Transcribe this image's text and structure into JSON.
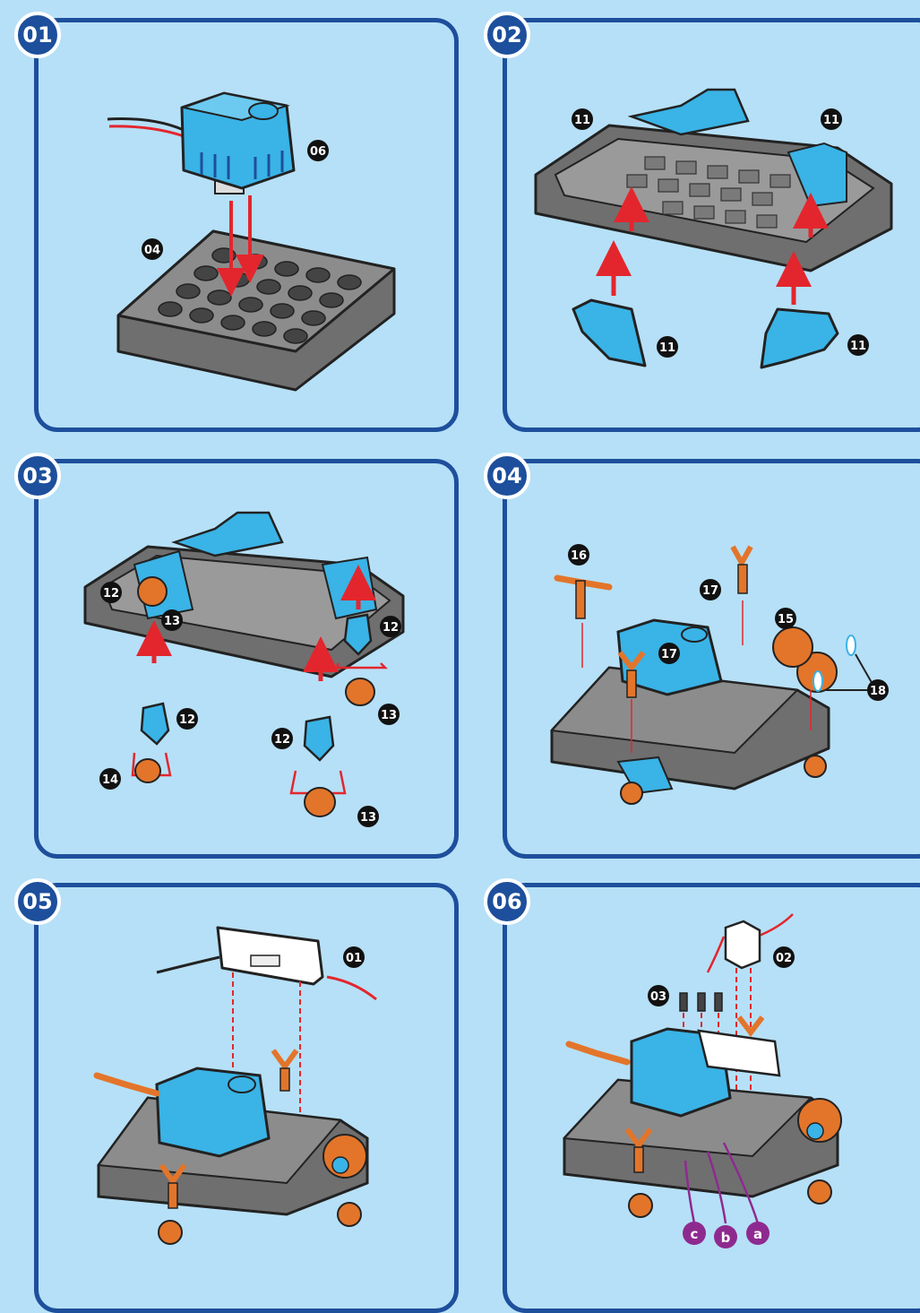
{
  "steps": [
    {
      "number": "01",
      "labels": [
        "06",
        "04"
      ]
    },
    {
      "number": "02",
      "labels": [
        "11",
        "11",
        "11",
        "11"
      ]
    },
    {
      "number": "03",
      "labels": [
        "12",
        "13",
        "12",
        "12",
        "13",
        "12",
        "14",
        "13"
      ]
    },
    {
      "number": "04",
      "labels": [
        "16",
        "17",
        "15",
        "17",
        "18"
      ]
    },
    {
      "number": "05",
      "labels": [
        "01"
      ]
    },
    {
      "number": "06",
      "labels": [
        "02",
        "03",
        "c",
        "b",
        "a"
      ]
    }
  ],
  "colors": {
    "background": "#b6e0f7",
    "frame": "#1d4f9c",
    "part_blue": "#3ab3e6",
    "part_orange": "#e3752a",
    "base_grey": "#8a8a8a",
    "arrow_red": "#e3262d",
    "connector_purple": "#8e2a8f"
  }
}
